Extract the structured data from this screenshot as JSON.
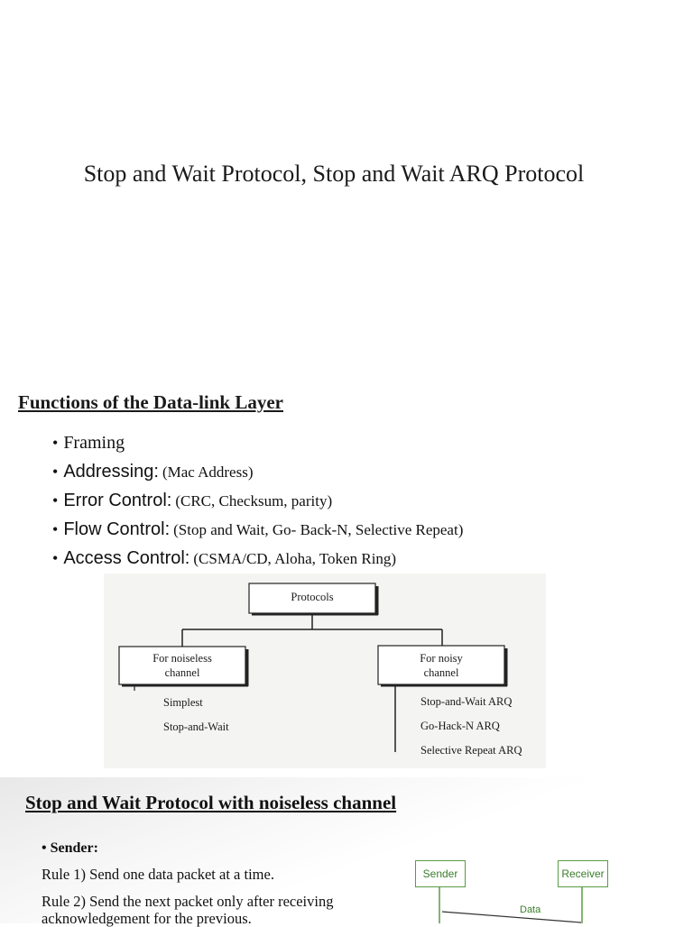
{
  "title": "Stop and Wait Protocol, Stop and Wait ARQ Protocol",
  "functions": {
    "heading": "Functions of the Data-link Layer",
    "items": [
      {
        "name": "Framing",
        "detail": ""
      },
      {
        "name": "Addressing:",
        "detail": "(Mac Address)"
      },
      {
        "name": "Error Control:",
        "detail": "(CRC, Checksum, parity)"
      },
      {
        "name": "Flow Control:",
        "detail": "(Stop and Wait, Go- Back-N, Selective Repeat)"
      },
      {
        "name": "Access Control:",
        "detail": "(CSMA/CD, Aloha, Token Ring)"
      }
    ]
  },
  "diagram": {
    "root": "Protocols",
    "left": {
      "label_line1": "For noiseless",
      "label_line2": "channel",
      "items": [
        "Simplest",
        "Stop-and-Wait"
      ]
    },
    "right": {
      "label_line1": "For noisy",
      "label_line2": "channel",
      "items": [
        "Stop-and-Wait ARQ",
        "Go-Hack-N ARQ",
        "Selective Repeat ARQ"
      ]
    }
  },
  "noiseless": {
    "heading": "Stop and Wait Protocol with noiseless channel",
    "sender_label": "Sender:",
    "rule1": "Rule 1) Send one data packet at a time.",
    "rule2_line1": "Rule 2) Send the next packet only after receiving",
    "rule2_line2": "acknowledgement for the previous.",
    "mini": {
      "sender": "Sender",
      "receiver": "Receiver",
      "data": "Data"
    }
  },
  "colors": {
    "mini_green": "#5a9b45"
  }
}
